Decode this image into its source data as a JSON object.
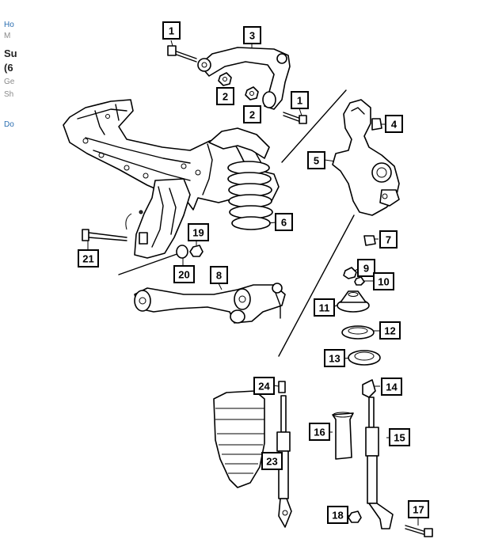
{
  "page_sidebar": {
    "lines": [
      {
        "text": "Ho",
        "style": "link"
      },
      {
        "text": "M",
        "style": "muted"
      },
      {
        "text": "Su",
        "style": "bold"
      },
      {
        "text": "(6",
        "style": "bold"
      },
      {
        "text": "Ge",
        "style": "muted"
      },
      {
        "text": "Sh",
        "style": "muted"
      },
      {
        "text": "Do",
        "style": "link"
      }
    ]
  },
  "diagram": {
    "callouts": [
      "1",
      "3",
      "2",
      "2",
      "1",
      "4",
      "5",
      "6",
      "7",
      "19",
      "21",
      "20",
      "9",
      "10",
      "8",
      "11",
      "12",
      "13",
      "24",
      "14",
      "16",
      "15",
      "23",
      "18",
      "17"
    ]
  }
}
